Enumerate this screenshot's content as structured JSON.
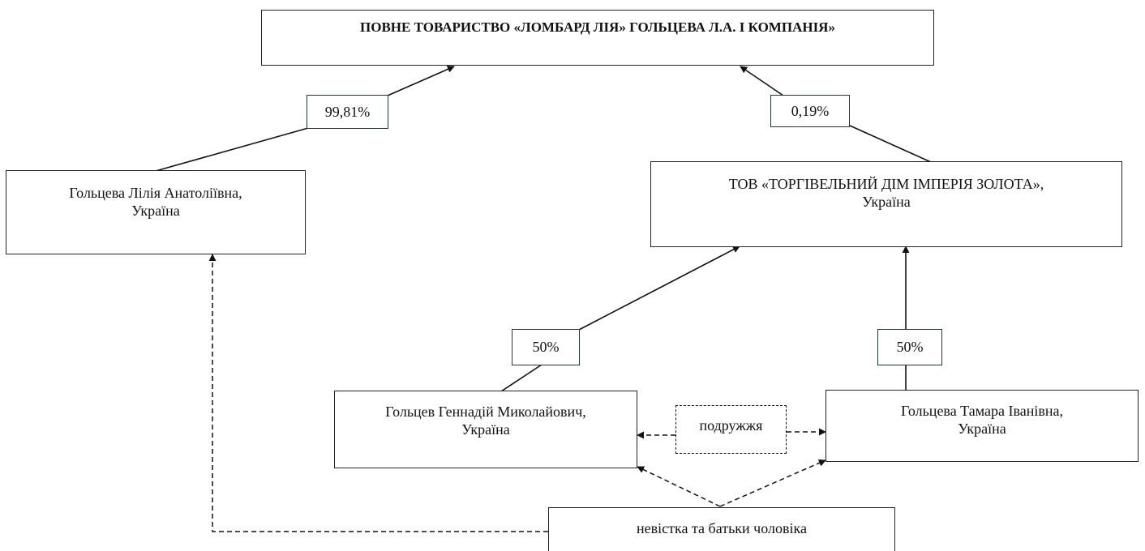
{
  "entities": {
    "company": {
      "name": "ПОВНЕ ТОВАРИСТВО «ЛОМБАРД ЛІЯ» ГОЛЬЦЕВА Л.А. І КОМПАНІЯ»"
    },
    "lilia": {
      "name": "Гольцева Лілія Анатоліївна,",
      "country": "Україна"
    },
    "trading_house": {
      "name": "ТОВ «ТОРГІВЕЛЬНИЙ ДІМ ІМПЕРІЯ ЗОЛОТА»,",
      "country": "Україна"
    },
    "gennadiy": {
      "name": "Гольцев Геннадій Миколайович,",
      "country": "Україна"
    },
    "tamara": {
      "name": "Гольцева Тамара Іванівна,",
      "country": "Україна"
    }
  },
  "shares": {
    "lilia_to_company": "99,81%",
    "trading_house_to_company": "0,19%",
    "gennadiy_to_trading_house": "50%",
    "tamara_to_trading_house": "50%"
  },
  "relations": {
    "spouses": "подружжя",
    "in_law": "невістка та батьки чоловіка"
  }
}
